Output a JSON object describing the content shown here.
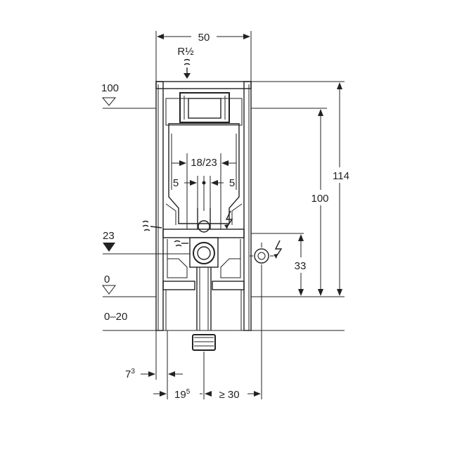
{
  "dimensions": {
    "width_top": "50",
    "pipe_size": "R½",
    "level_100": "100",
    "level_23": "23",
    "level_0": "0",
    "range_floor": "0–20",
    "height_114": "114",
    "height_100": "100",
    "height_33": "33",
    "spacing_18_23": "18/23",
    "offset_left": "5",
    "offset_right": "5",
    "dist_7": "7",
    "dist_7_sup": "3",
    "dist_19": "19",
    "dist_19_sup": "5",
    "dist_30": "≥ 30"
  },
  "colors": {
    "line": "#222222",
    "background": "#ffffff"
  },
  "icons": [
    "water-supply-icon",
    "electric-icon",
    "level-marker-icon",
    "waste-pipe-icon"
  ]
}
